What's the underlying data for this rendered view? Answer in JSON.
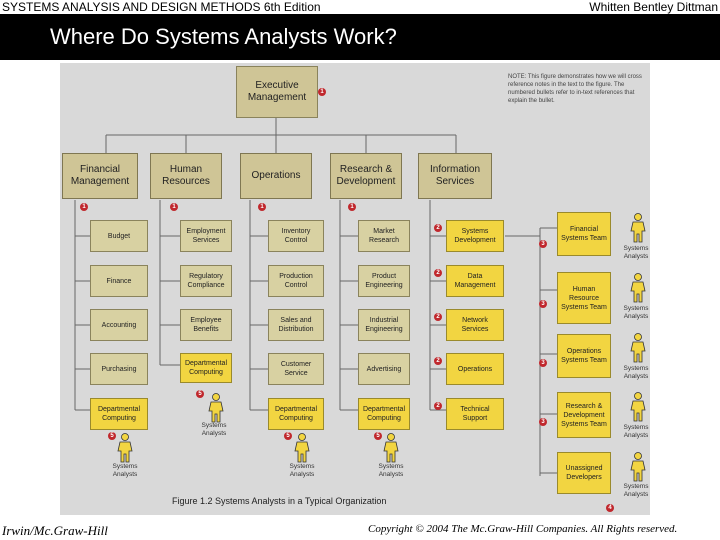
{
  "header": {
    "left": "SYSTEMS ANALYSIS AND DESIGN METHODS  6th Edition",
    "right": "Whitten  Bentley  Dittman"
  },
  "slide_title": "Where Do Systems Analysts Work?",
  "figure": {
    "note": "NOTE: This figure demonstrates how we will cross reference notes in the text to the figure. The numbered bullets refer to in-text references that explain the bullet.",
    "executive": "Executive Management",
    "departments": [
      "Financial Management",
      "Human Resources",
      "Operations",
      "Research & Development",
      "Information Services"
    ],
    "columns": [
      [
        "Budget",
        "Finance",
        "Accounting",
        "Purchasing",
        "Departmental Computing"
      ],
      [
        "Employment Services",
        "Regulatory Compliance",
        "Employee Benefits",
        "Departmental Computing"
      ],
      [
        "Inventory Control",
        "Production Control",
        "Sales and Distribution",
        "Customer Service",
        "Departmental Computing"
      ],
      [
        "Market Research",
        "Product Engineering",
        "Industrial Engineering",
        "Advertising",
        "Departmental Computing"
      ],
      [
        "Systems Development",
        "Data Management",
        "Network Services",
        "Operations",
        "Technical Support"
      ]
    ],
    "teams": [
      "Financial Systems Team",
      "Human Resource Systems Team",
      "Operations Systems Team",
      "Research & Development Systems Team",
      "Unassigned Developers"
    ],
    "analyst_label": "Systems Analysts",
    "caption": "Figure 1.2 Systems Analysts in a Typical Organization",
    "badges": [
      "1",
      "2",
      "3",
      "4",
      "5"
    ]
  },
  "footer": {
    "left": "Irwin/Mc.Graw-Hill",
    "right": "Copyright © 2004 The Mc.Graw-Hill Companies. All Rights reserved."
  },
  "colors": {
    "box": "#d8d1a2",
    "highlight": "#f2d541",
    "badge": "#c0282d",
    "background": "#d9d9d9"
  }
}
